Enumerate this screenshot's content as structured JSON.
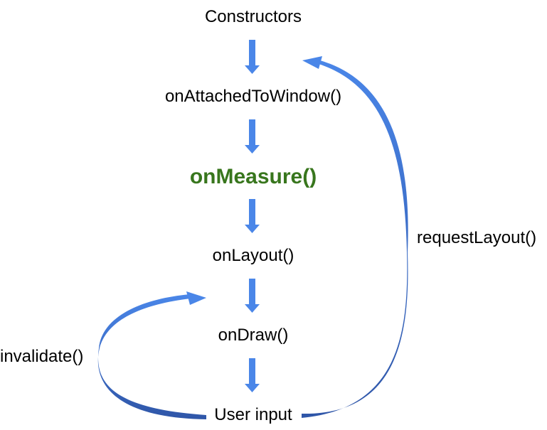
{
  "nodes": {
    "constructors": "Constructors",
    "on_attached": "onAttachedToWindow()",
    "on_measure": "onMeasure()",
    "on_layout": "onLayout()",
    "on_draw": "onDraw()",
    "user_input": "User input"
  },
  "loops": {
    "request_layout": "requestLayout()",
    "invalidate": "invalidate()"
  },
  "colors": {
    "arrow_light": "#4a86e8",
    "arrow_dark": "#2f56a8",
    "highlight_text": "#38761d",
    "text": "#000000"
  }
}
